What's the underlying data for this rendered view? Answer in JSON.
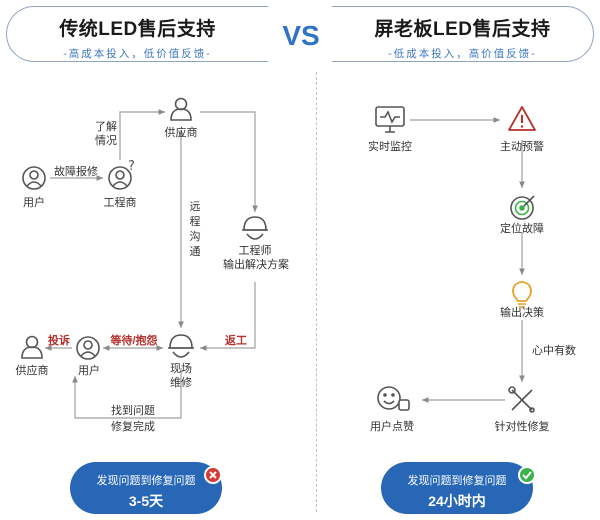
{
  "left": {
    "title": "传统LED售后支持",
    "subtitle": "-高成本投入，低价值反馈-",
    "nodes": {
      "supplier_top": "供应商",
      "user": "用户",
      "engineer_firm": "工程商",
      "engineer": "工程师",
      "engineer_sub": "输出解决方案",
      "onsite": "现场",
      "onsite2": "维修",
      "user_bottom": "用户",
      "supplier_bottom": "供应商"
    },
    "edges": {
      "understand1": "了解",
      "understand2": "情况",
      "fault_report": "故障报修",
      "remote": "远程沟通",
      "rework": "返工",
      "wait": "等待/抱怨",
      "complain": "投诉",
      "found1": "找到问题",
      "found2": "修复完成"
    },
    "result": {
      "line1": "发现问题到修复问题",
      "line2": "3-5天",
      "badge_color": "#d63a38"
    }
  },
  "vs": "VS",
  "right": {
    "title": "屏老板LED售后支持",
    "subtitle": "-低成本投入，高价值反馈-",
    "nodes": {
      "monitor": "实时监控",
      "warning": "主动预警",
      "locate": "定位故障",
      "decision": "输出决策",
      "repair": "针对性修复",
      "like": "用户点赞"
    },
    "edges": {
      "confident": "心中有数"
    },
    "result": {
      "line1": "发现问题到修复问题",
      "line2": "24小时内",
      "badge_color": "#3cb34a"
    }
  },
  "colors": {
    "accent": "#2767b6",
    "icon": "#555555",
    "red": "#b3312d"
  }
}
